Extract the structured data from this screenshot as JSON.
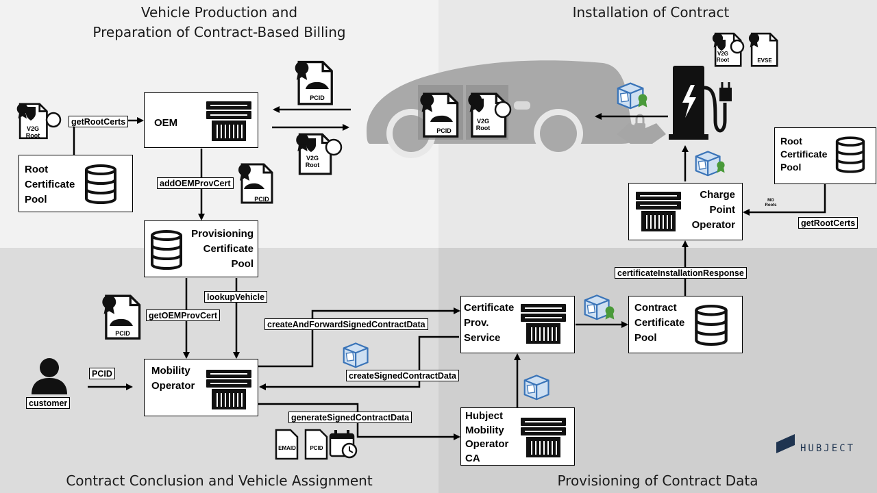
{
  "quadrants": {
    "top_left": "Vehicle Production and\nPreparation of Contract-Based Billing",
    "top_right": "Installation of Contract",
    "bottom_left": "Contract Conclusion and Vehicle Assignment",
    "bottom_right": "Provisioning of Contract Data"
  },
  "boxes": {
    "oem": "OEM",
    "root_pool_left": "Root\nCertificate\nPool",
    "prov_pool": "Provisioning\nCertificate\nPool",
    "mobility_operator": "Mobility\nOperator",
    "cps": "Certificate\nProv.\nService",
    "contract_pool": "Contract\nCertificate\nPool",
    "hubject_ca": "Hubject\nMobility\nOperator\nCA",
    "cpo": "Charge\nPoint\nOperator",
    "root_pool_right": "Root\nCertificate\nPool"
  },
  "labels": {
    "getRootCerts_left": "getRootCerts",
    "addOEMProvCert": "addOEMProvCert",
    "getOEMProvCert": "getOEMProvCert",
    "lookupVehicle": "lookupVehicle",
    "createAndForward": "createAndForwardSignedContractData",
    "createSigned": "createSignedContractData",
    "generateSigned": "generateSignedContractData",
    "certInstallResp": "certificateInstallationResponse",
    "getRootCerts_right": "getRootCerts",
    "pcid_tag": "PCID",
    "customer": "customer"
  },
  "cert_labels": {
    "v2g": "V2G\nRoot",
    "pcid": "PCID",
    "evse": "EVSE",
    "emaid": "EMAID",
    "mo_roots": "MO\nRoots"
  },
  "logo": "HUBJECT",
  "colors": {
    "bg_top_left": "#f2f2f2",
    "bg_top_right": "#e8e8e8",
    "bg_bottom_left": "#dcdcdc",
    "bg_bottom_right": "#cfcfcf",
    "car": "#a9a9a9",
    "accent_green": "#4a9a3a",
    "package_blue": "#3a74b8",
    "logo": "#1f3450"
  }
}
